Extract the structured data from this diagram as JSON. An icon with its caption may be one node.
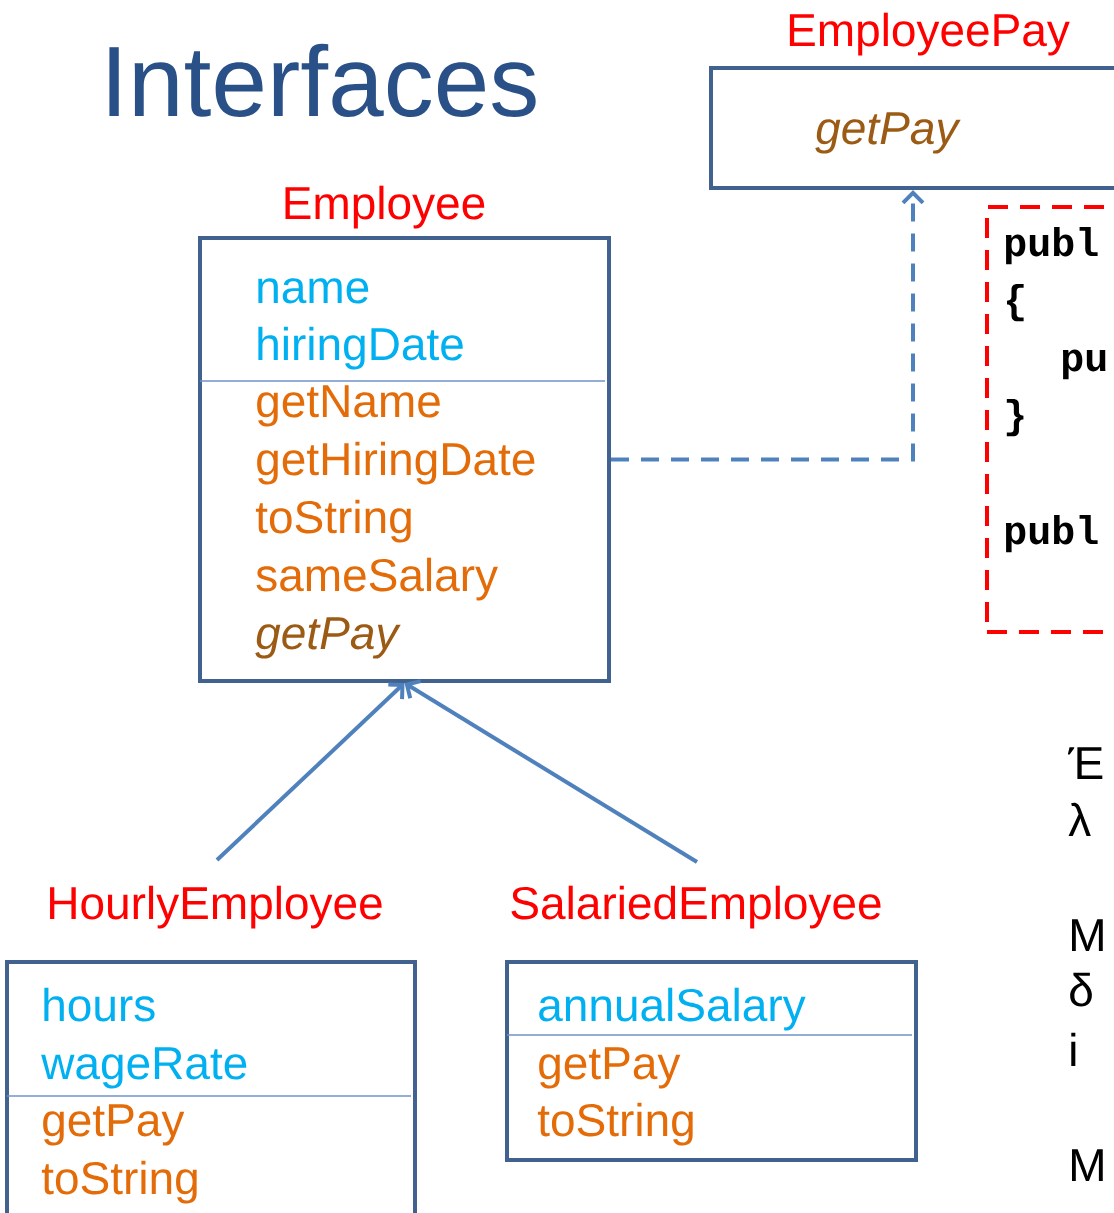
{
  "diagram": {
    "title": "Interfaces",
    "nodes": [
      {
        "text": [
          "Employee",
          "name",
          "hiringDate",
          "getName",
          "getHiringDate",
          "toString",
          "sameSalary",
          "getPay"
        ]
      },
      {
        "text": [
          "EmployeePay",
          "getPay"
        ]
      },
      {
        "text": [
          "HourlyEmployee",
          "hours",
          "wageRate",
          "getPay",
          "toString"
        ]
      },
      {
        "text": [
          "SalariedEmployee",
          "annualSalary",
          "getPay",
          "toString"
        ]
      },
      {
        "text": [
          "publ",
          "{",
          "pu",
          "}",
          "publ"
        ]
      }
    ],
    "edges": [
      {
        "from": 0,
        "to": 1,
        "arrow": "to",
        "style": "dashed"
      },
      {
        "from": 2,
        "to": 0,
        "arrow": "to"
      },
      {
        "from": 3,
        "to": 0,
        "arrow": "to"
      }
    ],
    "labels": [
      "Έ",
      "λ",
      "Μ",
      "δ",
      "i",
      "Μ"
    ]
  }
}
